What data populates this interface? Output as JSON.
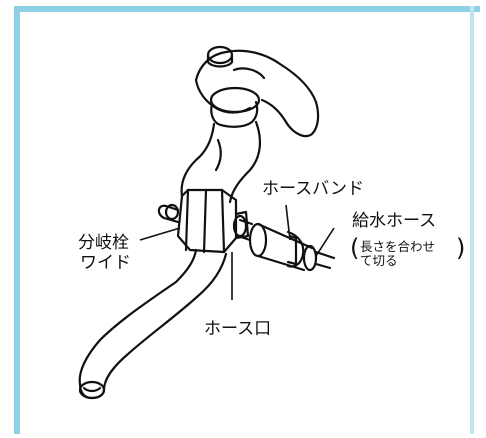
{
  "colors": {
    "frame": "#8fd0e6",
    "line": "#111111",
    "background": "#ffffff"
  },
  "labels": {
    "bunkisen_line1": "分岐栓",
    "bunkisen_line2": "ワイド",
    "hose_band": "ホースバンド",
    "water_hose": "給水ホース",
    "water_hose_note_line1": "長さを合わせ",
    "water_hose_note_line2": "て切る",
    "hose_port": "ホース口"
  }
}
